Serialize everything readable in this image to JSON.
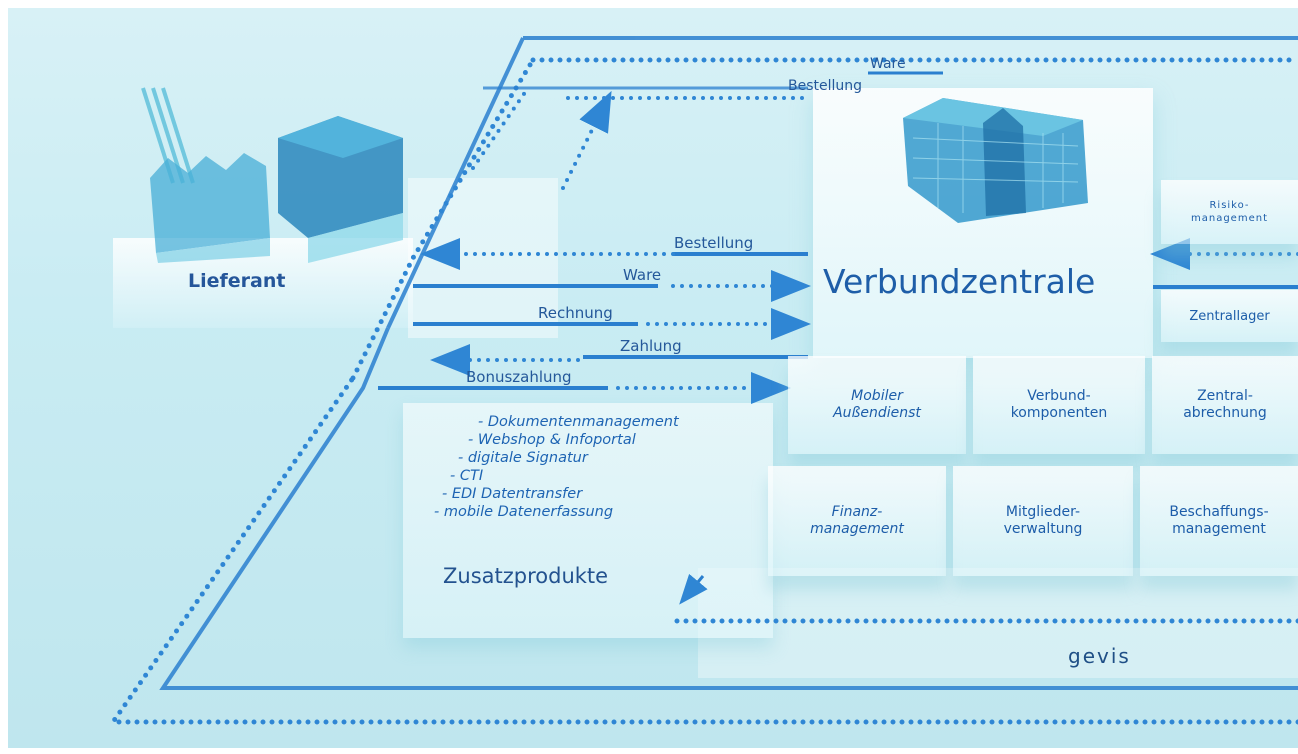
{
  "supplier": {
    "label": "Lieferant"
  },
  "center": {
    "label": "Verbundzentrale"
  },
  "top_flows": {
    "ware": "Ware",
    "bestellung": "Bestellung"
  },
  "flows": {
    "bestellung": "Bestellung",
    "ware": "Ware",
    "rechnung": "Rechnung",
    "zahlung": "Zahlung",
    "bonuszahlung": "Bonuszahlung"
  },
  "modules": {
    "risikomanagement": "Risiko-\nmanagement",
    "zentrallager": "Zentrallager",
    "mobiler_aussendienst": "Mobiler\nAußendienst",
    "verbundkomponenten": "Verbund-\nkomponenten",
    "zentralabrechnung": "Zentral-\nabrechnung",
    "finanzmanagement": "Finanz-\nmanagement",
    "mitgliederverwaltung": "Mitglieder-\nverwaltung",
    "beschaffungsmanagement": "Beschaffungs-\nmanagement"
  },
  "addons": {
    "title": "Zusatzprodukte",
    "items": [
      "- Dokumentenmanagement",
      "- Webshop & Infoportal",
      "- digitale Signatur",
      "- CTI",
      "- EDI Datentransfer",
      "- mobile Datenerfassung"
    ]
  },
  "platform": {
    "label": "gevis"
  },
  "colors": {
    "line": "#2a7fcf",
    "dots": "#2f86d4",
    "text": "#1e5ea8",
    "background": "#c9ecf3"
  }
}
